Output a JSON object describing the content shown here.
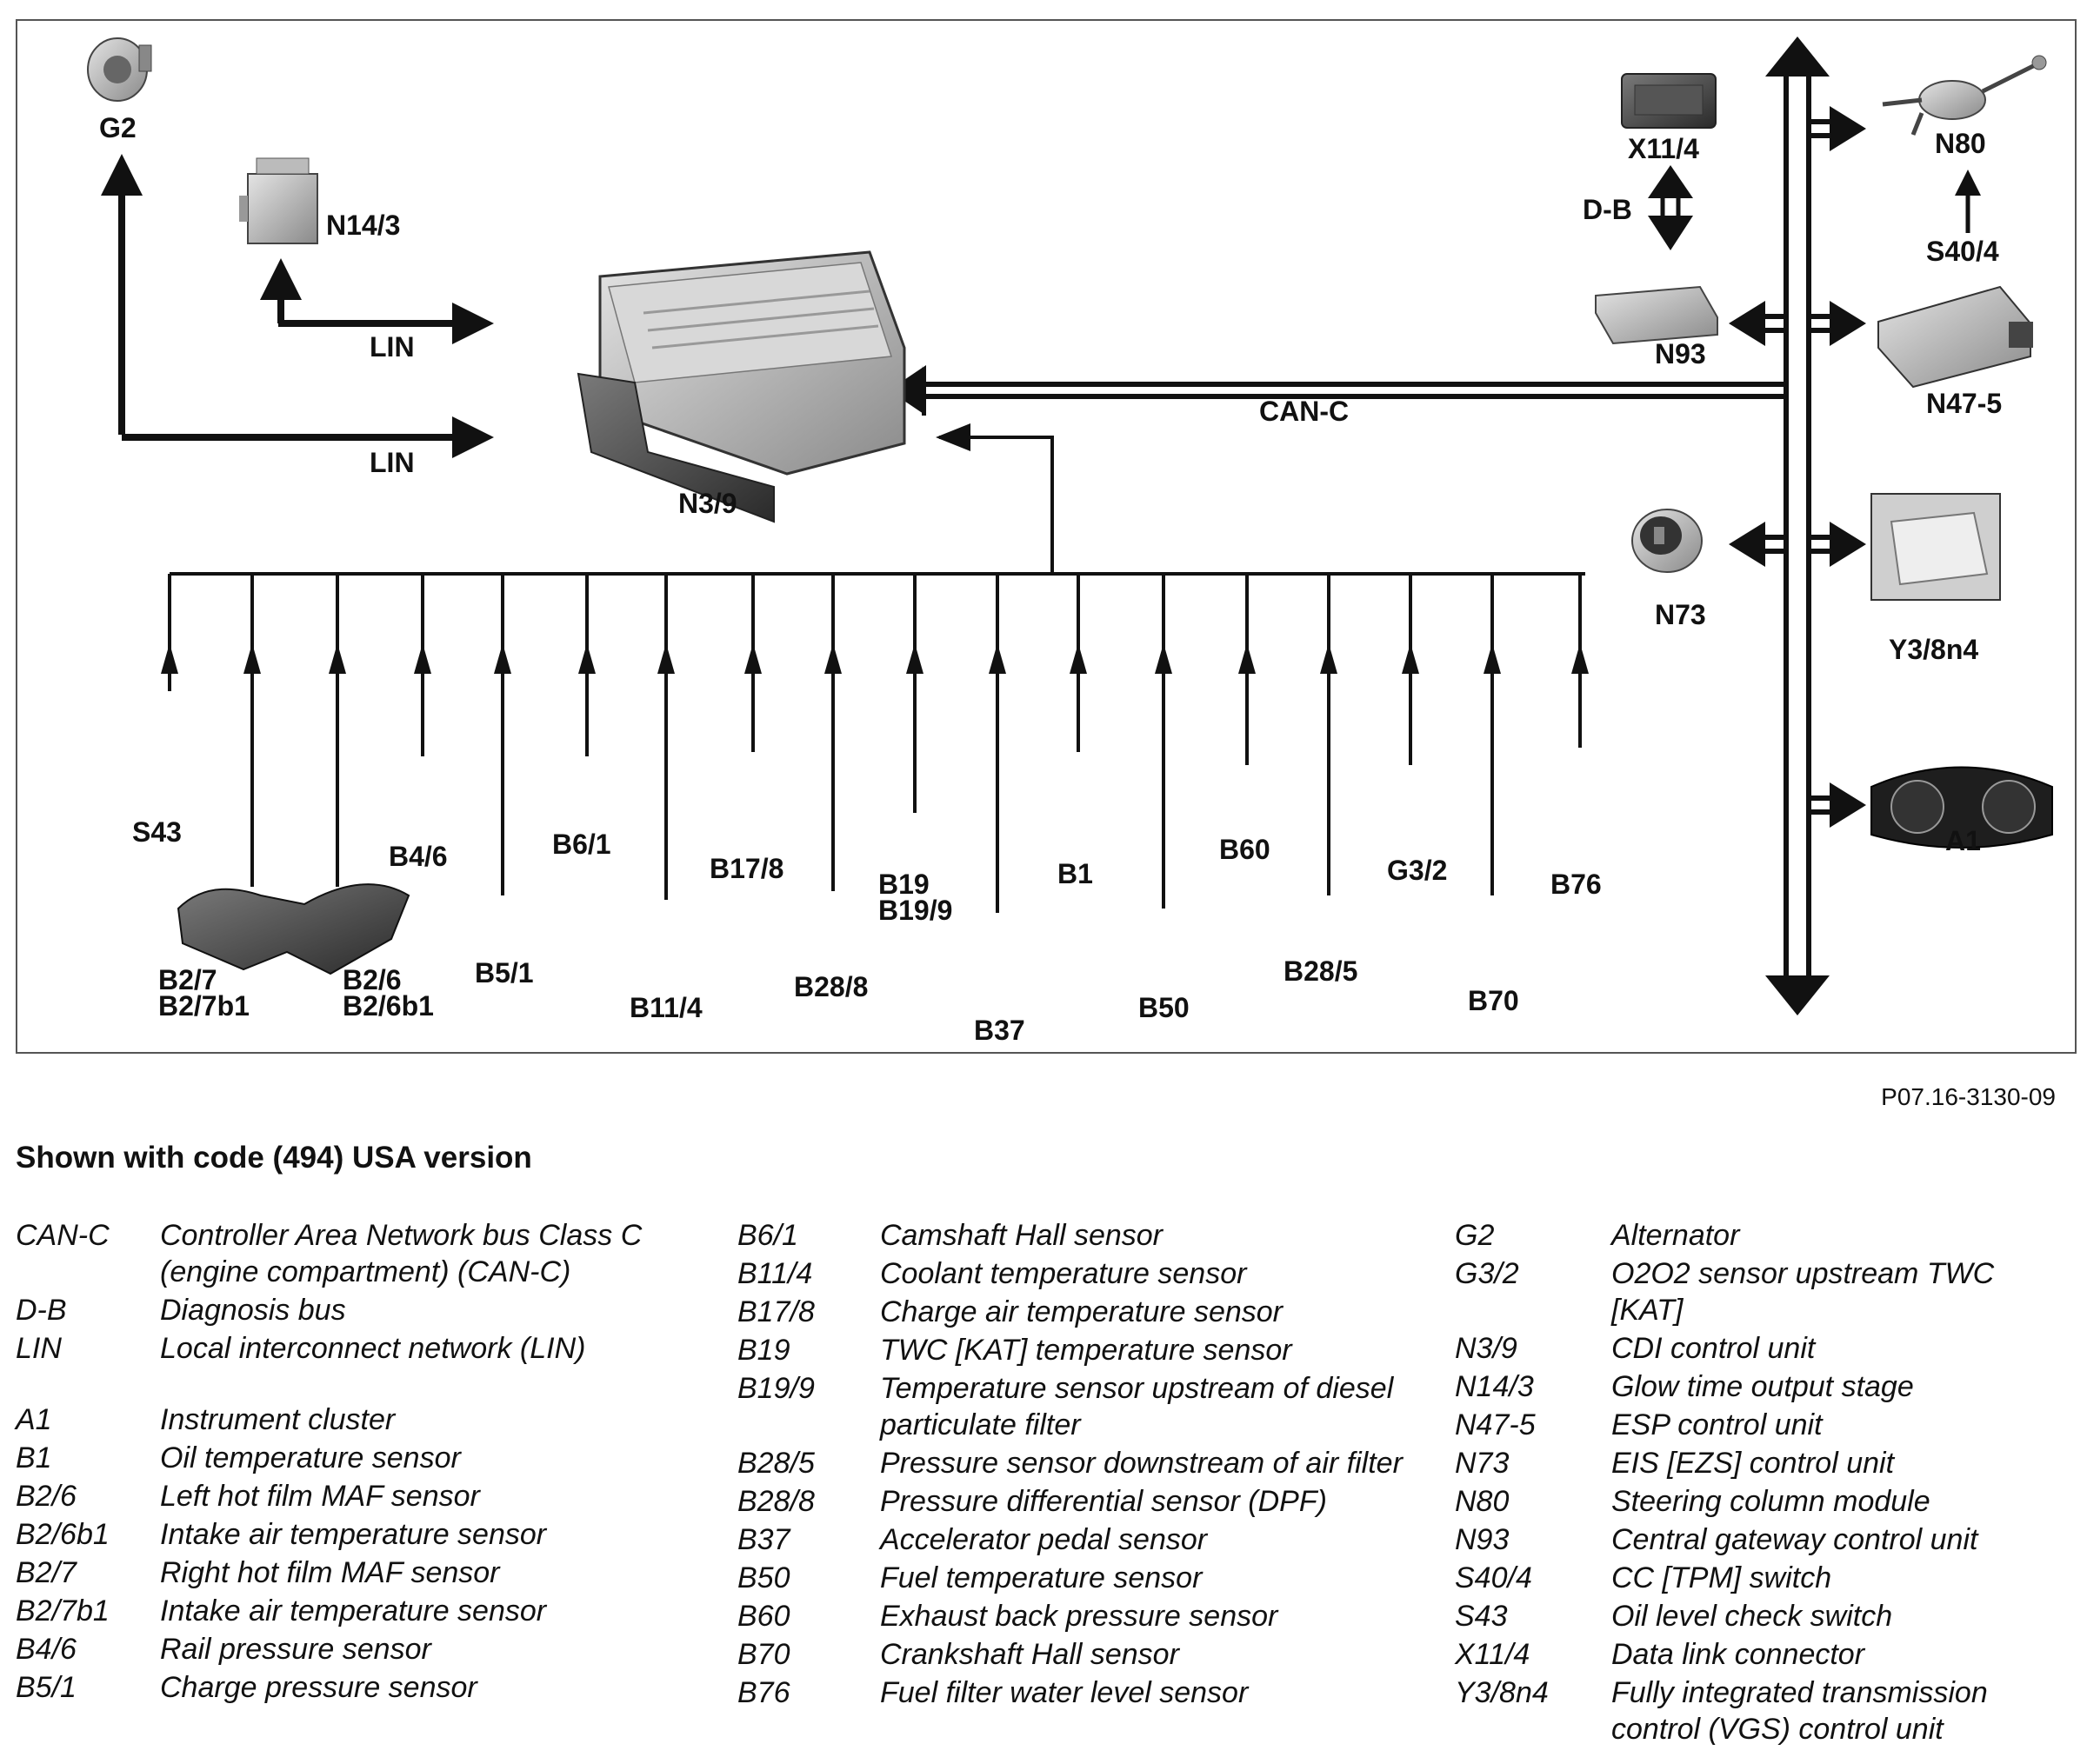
{
  "components": {
    "G2": "G2",
    "N14_3": "N14/3",
    "N3_9": "N3/9",
    "X11_4": "X11/4",
    "N80": "N80",
    "S40_4": "S40/4",
    "N93": "N93",
    "N47_5": "N47-5",
    "N73": "N73",
    "Y3_8n4": "Y3/8n4",
    "A1": "A1",
    "S43": "S43",
    "B2_7": "B2/7",
    "B2_7b1": "B2/7b1",
    "B2_6": "B2/6",
    "B2_6b1": "B2/6b1",
    "B4_6": "B4/6",
    "B5_1": "B5/1",
    "B6_1": "B6/1",
    "B11_4": "B11/4",
    "B17_8": "B17/8",
    "B28_8": "B28/8",
    "B19": "B19",
    "B19_9": "B19/9",
    "B37": "B37",
    "B1": "B1",
    "B50": "B50",
    "B60": "B60",
    "B28_5": "B28/5",
    "G3_2": "G3/2",
    "B70": "B70",
    "B76": "B76"
  },
  "buses": {
    "lin_upper": "LIN",
    "lin_lower": "LIN",
    "can_c": "CAN-C",
    "diag": "D-B"
  },
  "figure_ref": "P07.16-3130-09",
  "subtitle": "Shown with code (494) USA version",
  "legend": {
    "col1": [
      {
        "code": "CAN-C",
        "desc": "Controller Area Network bus Class C (engine compartment) (CAN-C)"
      },
      {
        "code": "D-B",
        "desc": "Diagnosis bus"
      },
      {
        "code": "LIN",
        "desc": "Local interconnect network (LIN)"
      },
      {
        "code": "A1",
        "desc": "Instrument cluster"
      },
      {
        "code": "B1",
        "desc": "Oil temperature sensor"
      },
      {
        "code": "B2/6",
        "desc": "Left hot film MAF sensor"
      },
      {
        "code": "B2/6b1",
        "desc": "Intake air temperature sensor"
      },
      {
        "code": "B2/7",
        "desc": "Right hot film MAF sensor"
      },
      {
        "code": "B2/7b1",
        "desc": "Intake air temperature sensor"
      },
      {
        "code": "B4/6",
        "desc": "Rail pressure sensor"
      },
      {
        "code": "B5/1",
        "desc": "Charge pressure sensor"
      }
    ],
    "col2": [
      {
        "code": "B6/1",
        "desc": "Camshaft Hall sensor"
      },
      {
        "code": "B11/4",
        "desc": "Coolant temperature sensor"
      },
      {
        "code": "B17/8",
        "desc": "Charge air temperature sensor"
      },
      {
        "code": "B19",
        "desc": "TWC [KAT] temperature sensor"
      },
      {
        "code": "B19/9",
        "desc": "Temperature sensor upstream of diesel particulate filter"
      },
      {
        "code": "B28/5",
        "desc": "Pressure sensor downstream of air filter"
      },
      {
        "code": "B28/8",
        "desc": "Pressure differential sensor (DPF)"
      },
      {
        "code": "B37",
        "desc": "Accelerator pedal sensor"
      },
      {
        "code": "B50",
        "desc": "Fuel temperature sensor"
      },
      {
        "code": "B60",
        "desc": "Exhaust back pressure sensor"
      },
      {
        "code": "B70",
        "desc": "Crankshaft Hall sensor"
      },
      {
        "code": "B76",
        "desc": "Fuel filter water level sensor"
      }
    ],
    "col3": [
      {
        "code": "G2",
        "desc": "Alternator"
      },
      {
        "code": "G3/2",
        "desc": "O2O2 sensor upstream TWC [KAT]"
      },
      {
        "code": "N3/9",
        "desc": "CDI control unit"
      },
      {
        "code": "N14/3",
        "desc": "Glow time output stage"
      },
      {
        "code": "N47-5",
        "desc": "ESP control unit"
      },
      {
        "code": "N73",
        "desc": "EIS [EZS] control unit"
      },
      {
        "code": "N80",
        "desc": "Steering column module"
      },
      {
        "code": "N93",
        "desc": "Central gateway control unit"
      },
      {
        "code": "S40/4",
        "desc": "CC [TPM] switch"
      },
      {
        "code": "S43",
        "desc": "Oil level check switch"
      },
      {
        "code": "X11/4",
        "desc": "Data link connector"
      },
      {
        "code": "Y3/8n4",
        "desc": "Fully integrated transmission control (VGS) control unit"
      }
    ]
  }
}
